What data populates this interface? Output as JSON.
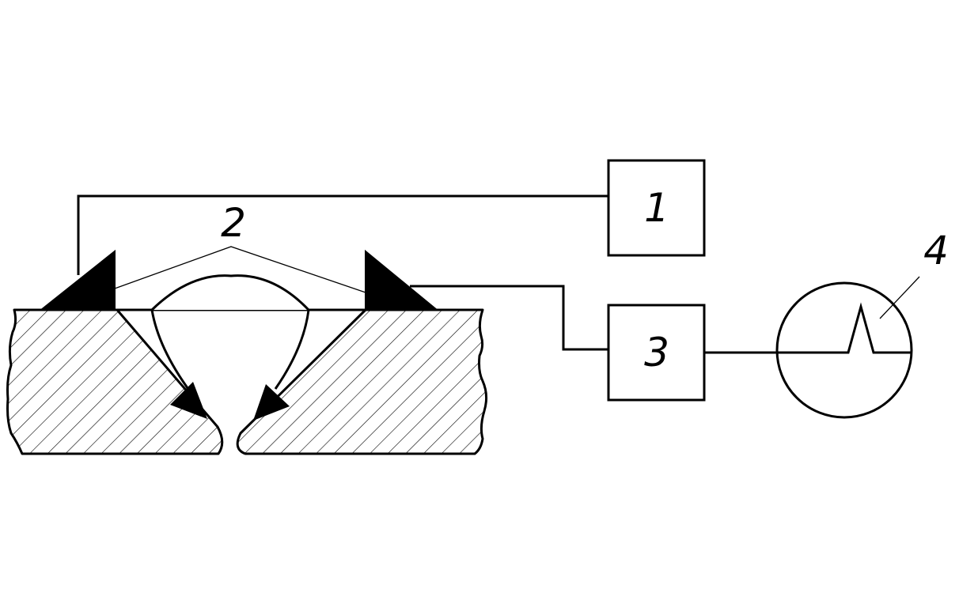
{
  "labels": {
    "block_1": "1",
    "probes": "2",
    "block_3": "3",
    "scope": "4"
  },
  "colors": {
    "line": "#000000",
    "background": "#ffffff"
  },
  "icons": {
    "probe": "triangle-prism",
    "ultrasound_beam": "arrow",
    "display": "circle-with-pulse"
  }
}
